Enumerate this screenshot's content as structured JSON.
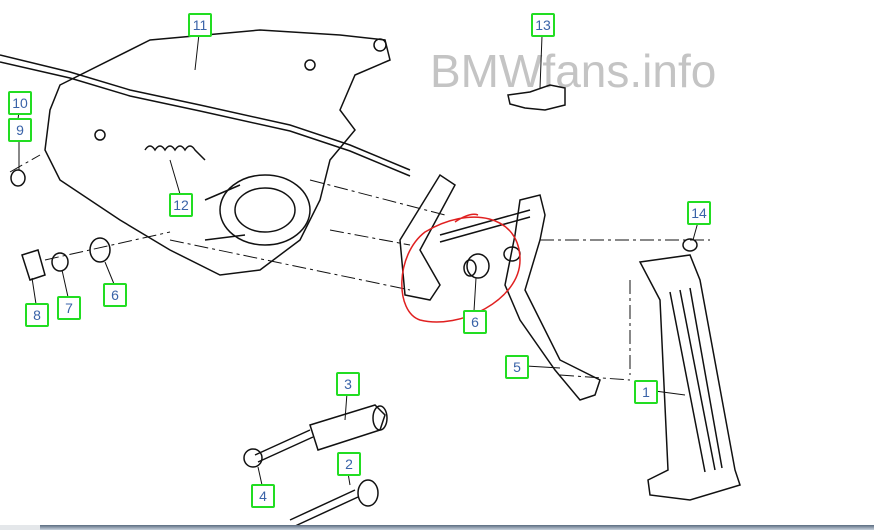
{
  "watermark": "BMWfans.info",
  "callouts": [
    "11",
    "13",
    "10",
    "9",
    "12",
    "14",
    "6",
    "7",
    "8",
    "6",
    "5",
    "1",
    "3",
    "2",
    "4"
  ],
  "colors": {
    "callout_border": "#22dd22",
    "callout_text": "#3a63a8",
    "highlight_circle": "#e02020"
  }
}
